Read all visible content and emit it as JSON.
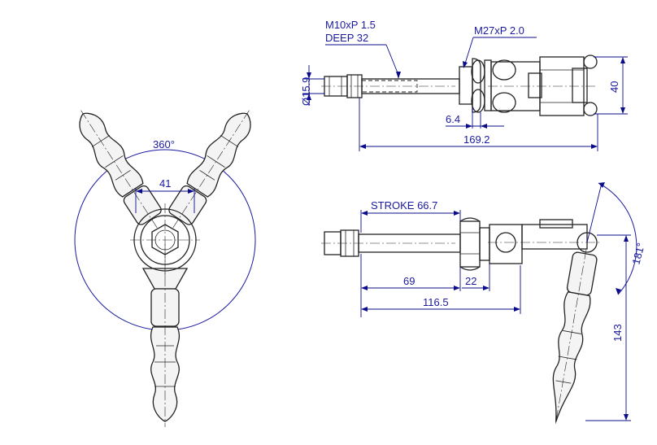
{
  "annotations": {
    "thread_small": "M10xP 1.5",
    "thread_depth": "DEEP 32",
    "thread_large": "M27xP 2.0",
    "diameter": "Ø15.9",
    "height_40": "40",
    "dim_6_4": "6.4",
    "length_169_2": "169.2",
    "rotation_360": "360°",
    "width_41": "41",
    "stroke": "STROKE 66.7",
    "dim_69": "69",
    "dim_22": "22",
    "length_116_5": "116.5",
    "angle_181": "181°",
    "height_143": "143"
  },
  "colors": {
    "dimension": "#1a1aa0",
    "outline": "#222222",
    "background": "#ffffff"
  }
}
